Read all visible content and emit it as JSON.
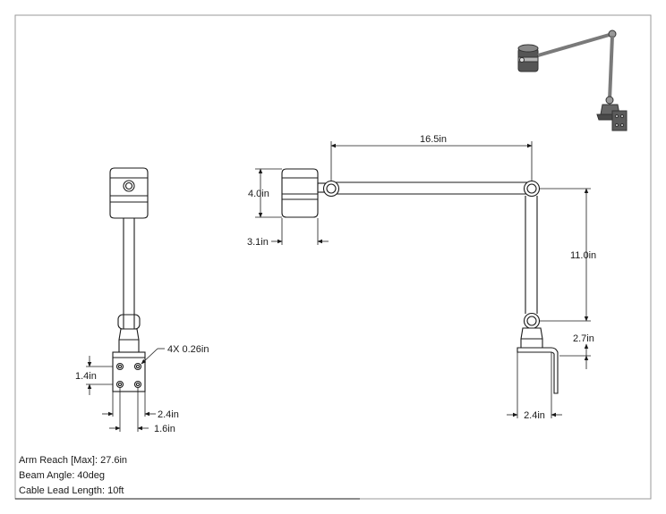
{
  "dimensions": {
    "arm_length": "16.5in",
    "head_height": "4.0in",
    "head_depth": "3.1in",
    "vertical_arm": "11.0in",
    "mount_height": "2.7in",
    "mount_depth": "2.4in",
    "hole_callout": "4X 0.26in",
    "plate_hole_spacing": "1.4in",
    "plate_width": "2.4in",
    "plate_hole_width": "1.6in"
  },
  "specs": {
    "arm_reach": "Arm Reach [Max]: 27.6in",
    "beam_angle": "Beam Angle: 40deg",
    "cable_lead": "Cable Lead Length: 10ft"
  },
  "colors": {
    "line": "#1a1a1a",
    "border": "#9a9a9a"
  }
}
